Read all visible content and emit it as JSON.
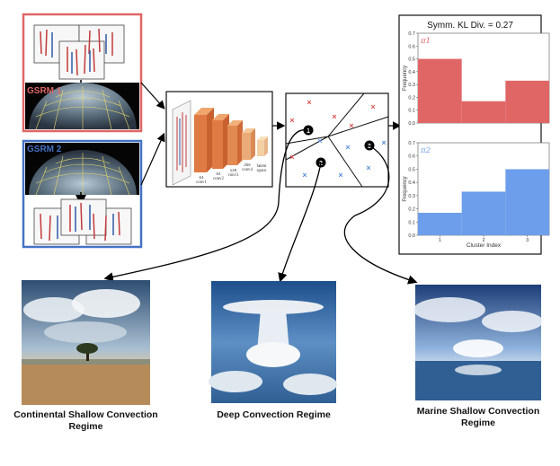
{
  "models": {
    "gsrm1_label": "GSRM 1",
    "gsrm2_label": "GSRM 2",
    "gsrm1_color": "#e06666",
    "gsrm2_color": "#4472c4"
  },
  "encoder": {
    "layers": [
      {
        "size": "64",
        "name": "conv1"
      },
      {
        "size": "64",
        "name": "conv2"
      },
      {
        "size": "128",
        "name": "conv3"
      },
      {
        "size": "256",
        "name": "conv4"
      },
      {
        "size": "",
        "name": "latent space"
      }
    ]
  },
  "clusters": {
    "labels": [
      "1",
      "2",
      "3"
    ]
  },
  "chart_data": {
    "type": "bar",
    "title": "Symm. KL Div. = 0.27",
    "xlabel": "Cluster Index",
    "ylabel": "Frequency",
    "categories": [
      "1",
      "2",
      "3"
    ],
    "ylim": [
      0,
      0.7
    ],
    "yticks": [
      "0.0",
      "0.1",
      "0.2",
      "0.3",
      "0.4",
      "0.5",
      "0.6",
      "0.7"
    ],
    "series": [
      {
        "name": "π1",
        "values": [
          0.5,
          0.17,
          0.33
        ],
        "color": "#e06666"
      },
      {
        "name": "π2",
        "values": [
          0.17,
          0.33,
          0.5
        ],
        "color": "#6d9eeb"
      }
    ]
  },
  "regimes": [
    {
      "line1": "Continental Shallow Convection",
      "line2": "Regime"
    },
    {
      "line1": "Deep Convection Regime",
      "line2": ""
    },
    {
      "line1": "Marine Shallow Convection",
      "line2": "Regime"
    }
  ]
}
